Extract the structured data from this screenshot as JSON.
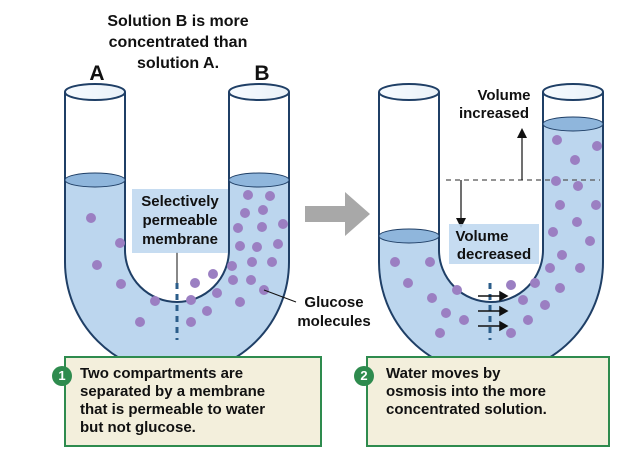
{
  "header": {
    "line1": "Solution B is more",
    "line2": "concentrated than",
    "line3": "solution A."
  },
  "arm_labels": {
    "a": "A",
    "b": "B"
  },
  "left_tube": {
    "membrane_label": [
      "Selectively",
      "permeable",
      "membrane"
    ]
  },
  "right_tube": {
    "volume_increased": [
      "Volume",
      "increased"
    ],
    "volume_decreased": [
      "Volume",
      "decreased"
    ]
  },
  "glucose_label": [
    "Glucose",
    "molecules"
  ],
  "steps": [
    {
      "number": "1",
      "text": "Two compartments are\nseparated by a membrane\nthat is permeable to water\nbut not glucose."
    },
    {
      "number": "2",
      "text": "Water moves by\nosmosis into the more\nconcentrated solution."
    }
  ],
  "colors": {
    "water": "#bcd6ee",
    "water_top": "#8fb6dc",
    "glucose": "#9b7fc2",
    "tube_stroke": "#1f3f66",
    "membrane": "#2b5d8a",
    "box_bg": "#f3efdc",
    "box_border": "#2e8b4e",
    "arrow": "#a8a8a8"
  }
}
